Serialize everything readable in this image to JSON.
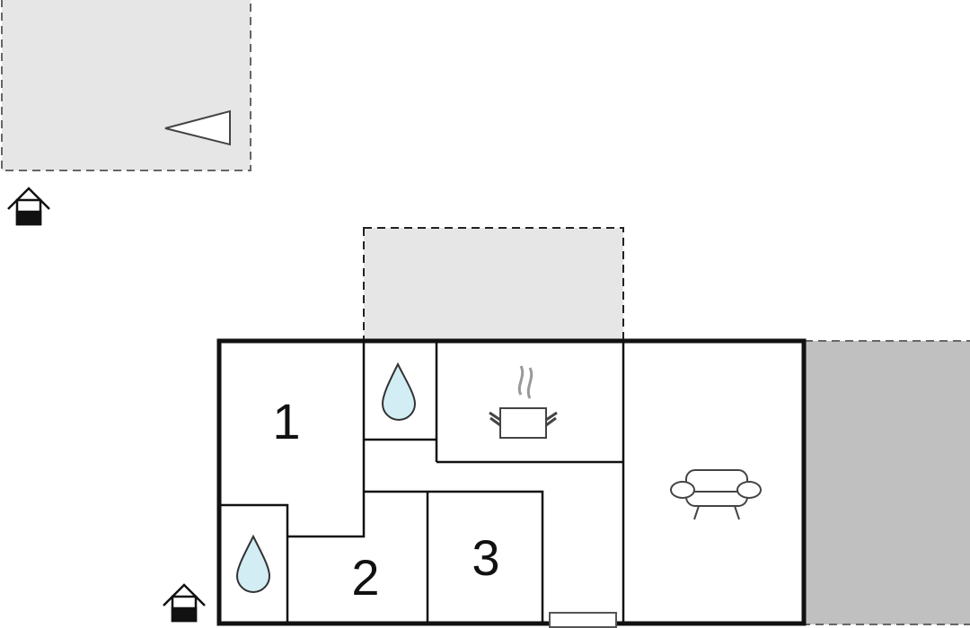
{
  "plan": {
    "rooms": [
      {
        "label": "1",
        "type": "bedroom"
      },
      {
        "label": "2",
        "type": "bedroom"
      },
      {
        "label": "3",
        "type": "bedroom"
      }
    ],
    "icons": {
      "bathroom": "water-drop-icon",
      "kitchen": "cooking-pot-icon",
      "living_room": "sofa-icon",
      "entrance": "house-entrance-icon",
      "view": "viewing-direction-icon"
    },
    "colors": {
      "wall": "#111111",
      "terrace": "#e6e6e6",
      "covered_terrace": "#c0c0c0",
      "water": "#d2eef4",
      "dashed_border": "#666666"
    }
  }
}
